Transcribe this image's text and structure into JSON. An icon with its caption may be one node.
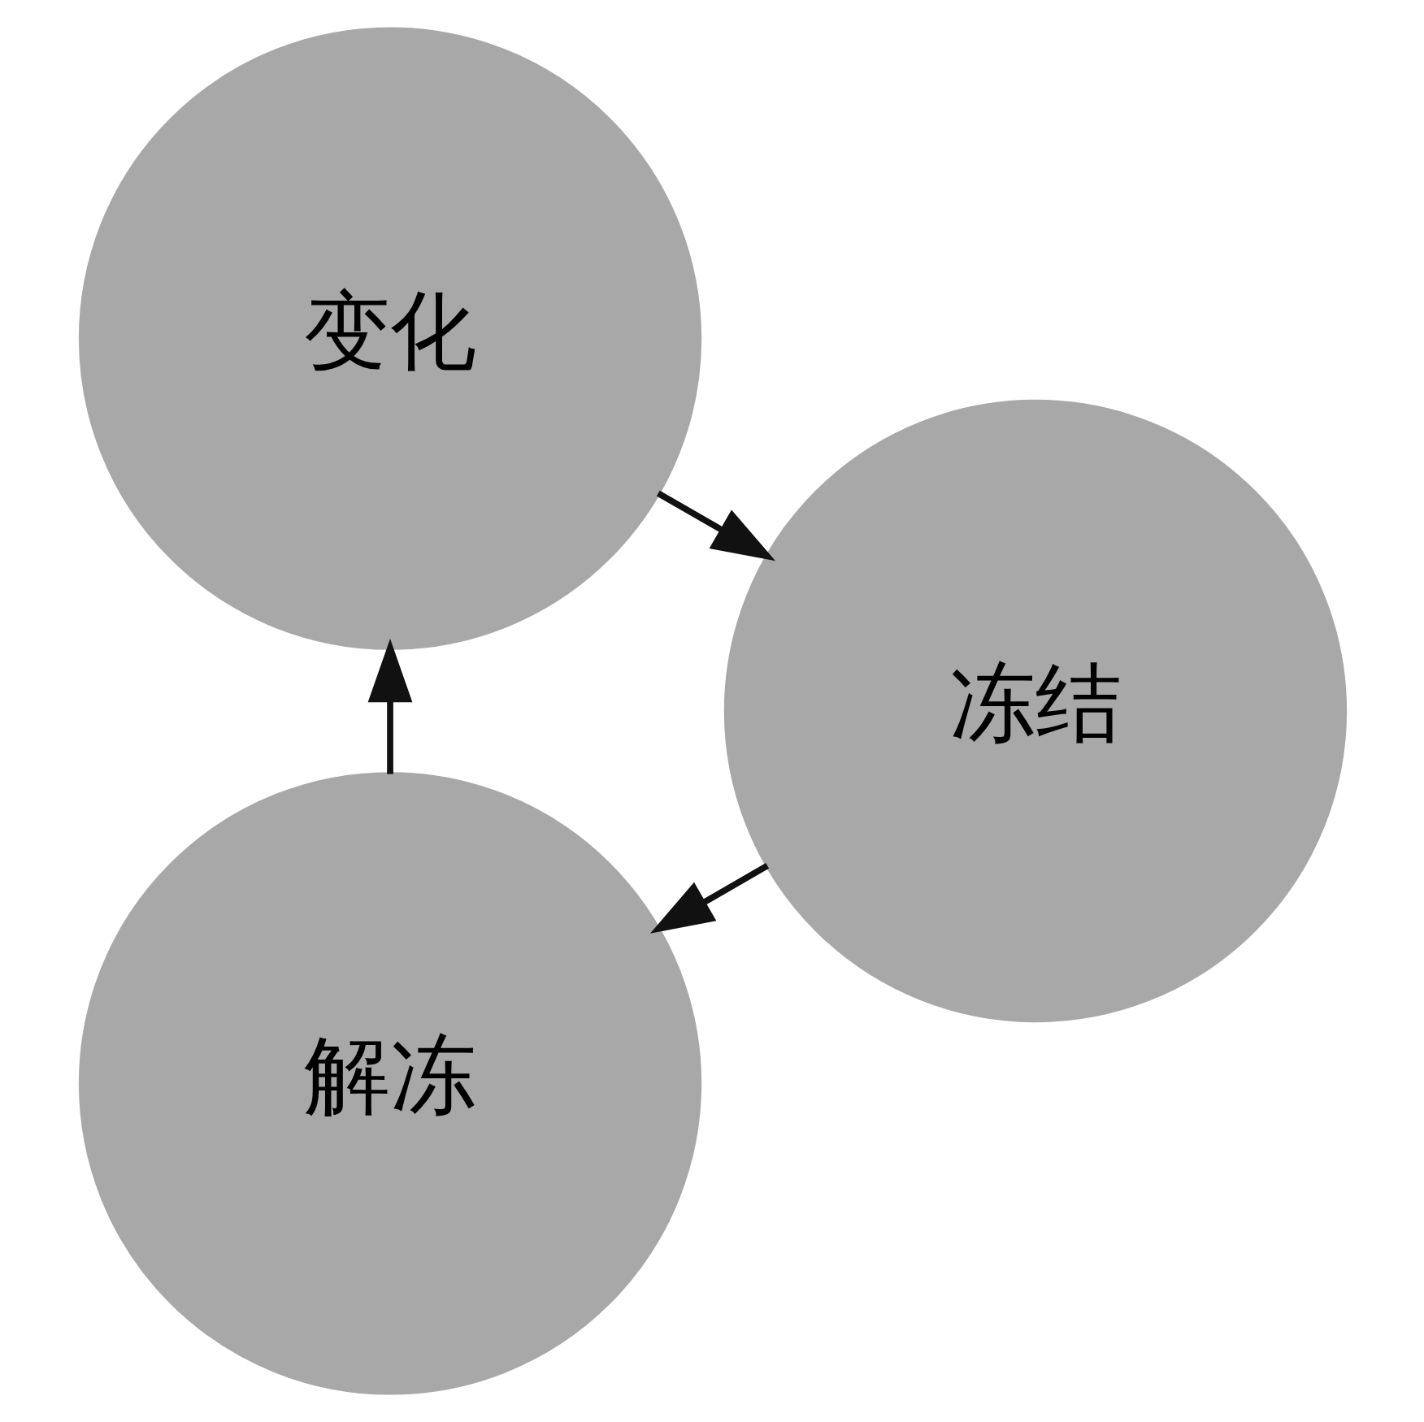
{
  "diagram": {
    "nodes": [
      {
        "text": [
          "解冻"
        ]
      },
      {
        "text": [
          "冻结"
        ]
      },
      {
        "text": [
          "变化"
        ]
      }
    ],
    "edges": [
      {
        "from": 1,
        "to": 0,
        "arrow": "to"
      },
      {
        "from": 0,
        "to": 2,
        "arrow": "to"
      },
      {
        "from": 2,
        "to": 1,
        "arrow": "to"
      }
    ]
  }
}
